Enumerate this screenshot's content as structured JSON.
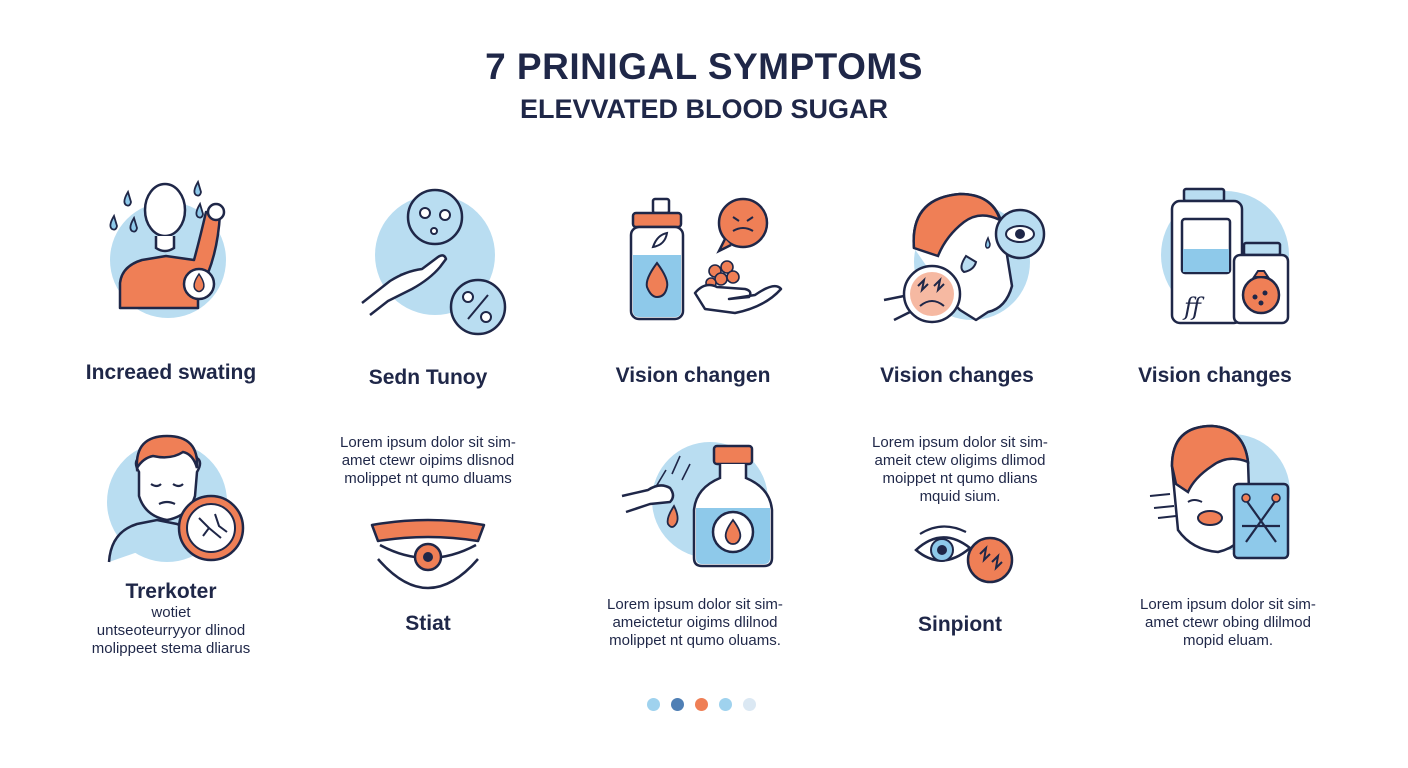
{
  "title": "7 PRINIGAL SYMPTOMS",
  "subtitle": "ELEVVATED BLOOD SUGAR",
  "colors": {
    "navy": "#1f2748",
    "orange": "#ef7f56",
    "light_blue": "#b9ddf1",
    "mid_blue": "#8ec9ea"
  },
  "row1": [
    {
      "label": "Increaed swating",
      "icon": "sweating-person-icon"
    },
    {
      "label": "Sedn Tunoy",
      "icon": "hand-with-bubbles-icon"
    },
    {
      "label": "Vision changen",
      "icon": "water-bottle-icon"
    },
    {
      "label": "Vision changes",
      "icon": "face-with-eye-icon"
    },
    {
      "label": "Vision changes",
      "icon": "medicine-containers-icon"
    }
  ],
  "row2": {
    "col1": {
      "label": "Trerkoter",
      "lines": [
        "wotiet",
        "untseoteurryyor dlinod",
        "molippeet stema dliarus"
      ],
      "icon": "tired-person-icon"
    },
    "col2": {
      "lines": [
        "Lorem ipsum dolor sit sim-",
        "amet ctewr oipims dlisnod",
        "molippet nt qumo dluams"
      ],
      "label": "Stiat",
      "icon": "eye-icon"
    },
    "col3": {
      "lines": [
        "Lorem ipsum dolor sit sim-",
        "ameictetur oigims dlilnod",
        "molippet nt qumo oluams."
      ],
      "icon": "bottle-pour-icon"
    },
    "col4": {
      "lines": [
        "Lorem ipsum dolor sit sim-",
        "ameit ctew oligims dlimod",
        "moippet nt qumo dlians",
        "mquid sium."
      ],
      "label": "Sinpiont",
      "icon": "eye-with-badge-icon"
    },
    "col5": {
      "lines": [
        "Lorem ipsum dolor sit sim-",
        "amet ctewr obing dlilmod",
        "mopid eluam."
      ],
      "icon": "face-with-box-icon"
    }
  },
  "pager": {
    "dot_colors": [
      "#9fd2ee",
      "#4f7fb5",
      "#ef7f56",
      "#9fd2ee",
      "#dbe8f3"
    ]
  }
}
